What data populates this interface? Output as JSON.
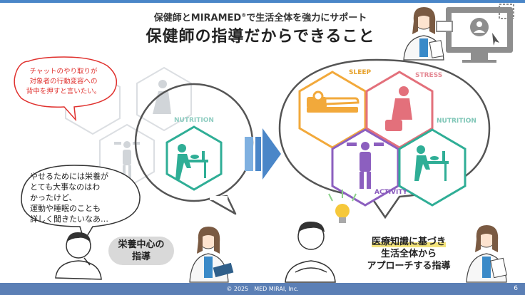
{
  "header": {
    "subtitle_pre": "保健師とMIRAMED",
    "subtitle_reg": "®",
    "subtitle_post": "で生活全体を強力にサポート",
    "title": "保健師の指導だからできること"
  },
  "left_panel": {
    "red_bubble_lines": [
      "チャットのやり取りが",
      "対象者の行動変容への",
      "背中を押すと言いたい。"
    ],
    "hex_label_nutrition": "NUTRITION",
    "speech_lines": [
      "やせるためには栄養が",
      "とても大事なのはわ",
      "かったけど、",
      "運動や睡眠のことも",
      "詳しく聞きたいなあ…"
    ],
    "pill_lines": [
      "栄養中心の",
      "指導"
    ]
  },
  "right_panel": {
    "labels": {
      "sleep": "SLEEP",
      "stress": "STRESS",
      "nutrition": "NUTRITION",
      "activity": "ACTIVITY"
    },
    "result_line1_hl": "医療知識に基づき",
    "result_line2": "生活全体から",
    "result_line3": "アプローチする指導"
  },
  "footer": {
    "copyright": "© 2025　MED MIRAI, Inc.",
    "page_number": "6"
  },
  "colors": {
    "sleep": "#f2a93b",
    "stress": "#e3707b",
    "nutrition": "#2fae96",
    "activity": "#8c5fbf",
    "footer": "#5b7fb5"
  },
  "icons": [
    "sleep-icon",
    "stress-icon",
    "nutrition-icon",
    "activity-icon",
    "lightbulb-icon",
    "arrow-right-icon",
    "user-monitor-icon"
  ]
}
